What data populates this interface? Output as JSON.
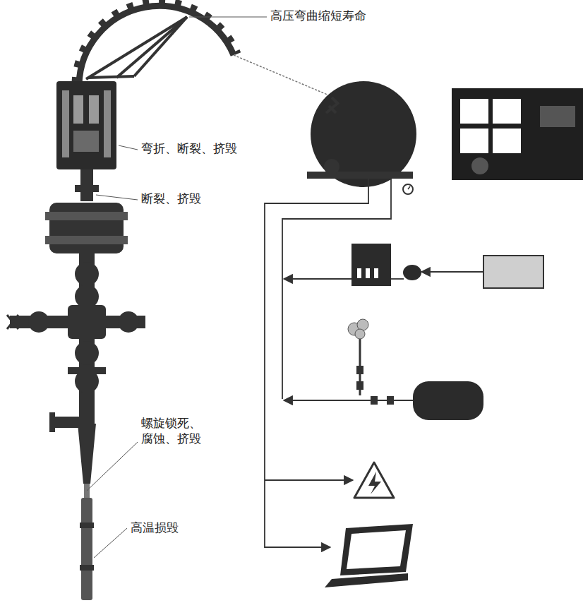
{
  "diagram": {
    "labels": [
      "高压弯曲缩短寿命",
      "弯折、断裂、挤毁",
      "断裂、挤毁",
      "螺旋锁死、 腐蚀、挤毁",
      "高温损毁"
    ]
  }
}
